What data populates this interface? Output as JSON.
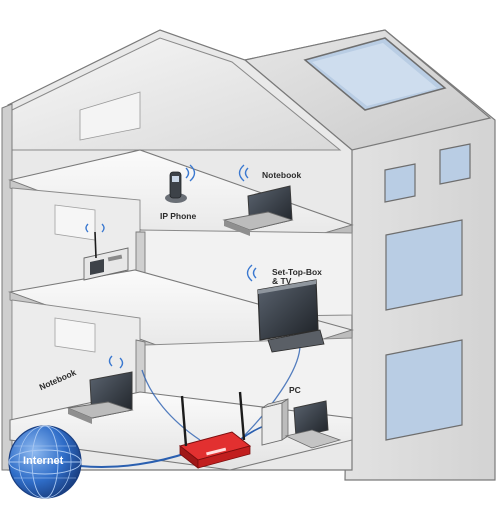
{
  "labels": {
    "ip_phone": "IP Phone",
    "notebook_upper": "Notebook",
    "set_top_box_line1": "Set-Top-Box",
    "set_top_box_line2": "& TV",
    "notebook_lower": "Notebook",
    "pc": "PC",
    "internet": "Internet"
  },
  "colors": {
    "wall_light": "#f1f1f1",
    "wall_mid": "#d6d6d6",
    "wall_dark": "#b5b5b5",
    "roof": "#dadada",
    "outline": "#6e6e6e",
    "cable": "#2a5fb0",
    "router_red": "#d42020",
    "globe_blue": "#2f6dc8",
    "wifi_blue": "#3a78d0"
  },
  "icons": [
    "house-diagram",
    "router-icon",
    "globe-icon",
    "wifi-icon",
    "laptop-icon",
    "phone-icon",
    "tv-icon",
    "pc-icon",
    "set-top-box-icon"
  ]
}
